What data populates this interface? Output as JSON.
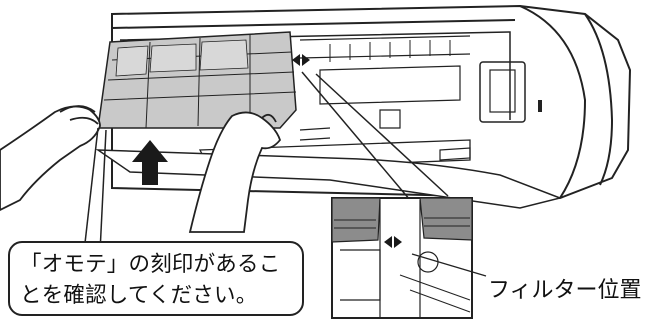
{
  "callout": {
    "line1": "「オモテ」の刻印があるこ",
    "line2": "とを確認してください。"
  },
  "inset_label": "フィルター位置",
  "colors": {
    "line": "#222222",
    "filter_fill": "#c9c9c9",
    "shade": "#8c8c8c",
    "arrow": "#1a1a1a"
  },
  "icons": [
    "up-arrow-icon",
    "left-right-arrow-marker-icon"
  ]
}
